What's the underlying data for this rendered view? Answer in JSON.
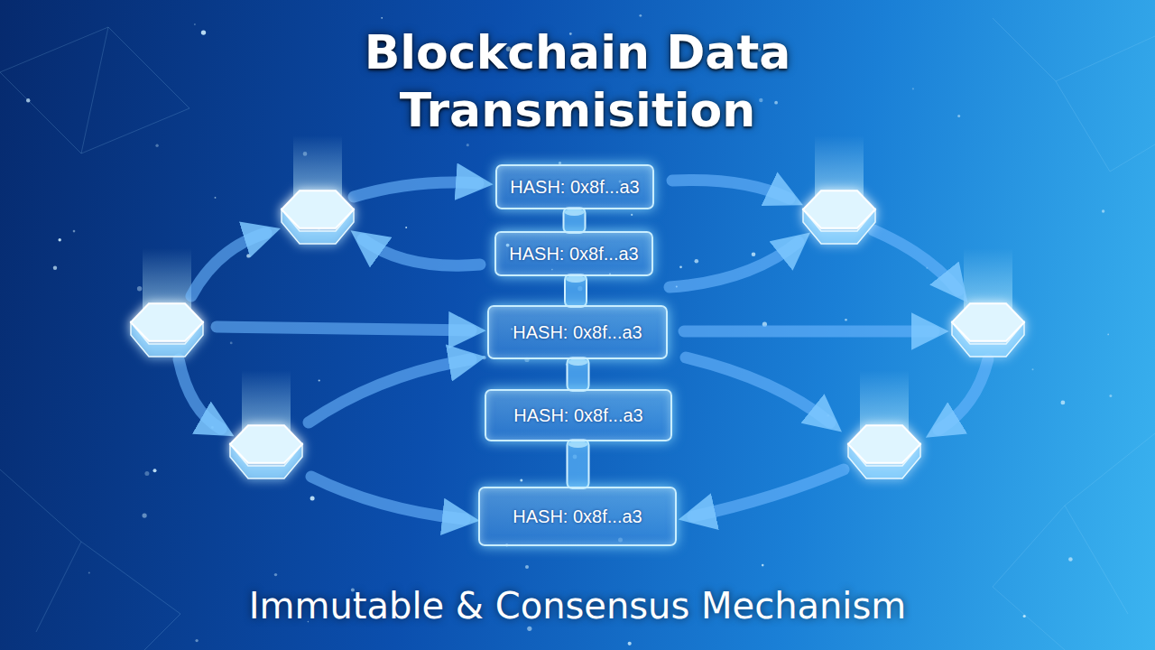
{
  "diagram": {
    "title": "Blockchain Data Transmisition",
    "caption": "Immutable & Consensus Mechanism",
    "nodes": [
      {
        "text": [
          "HASH: 0x8f...a3"
        ]
      },
      {
        "text": [
          "HASH: 0x8f...a3"
        ]
      },
      {
        "text": [
          "HASH: 0x8f...a3"
        ]
      },
      {
        "text": [
          "HASH: 0x8f...a3"
        ]
      },
      {
        "text": [
          "HASH: 0x8f...a3"
        ]
      }
    ],
    "edges": [
      {
        "from": 0,
        "to": 1,
        "arrow": "none"
      },
      {
        "from": 1,
        "to": 2,
        "arrow": "none"
      },
      {
        "from": 2,
        "to": 3,
        "arrow": "none"
      },
      {
        "from": 3,
        "to": 4,
        "arrow": "none"
      }
    ]
  }
}
